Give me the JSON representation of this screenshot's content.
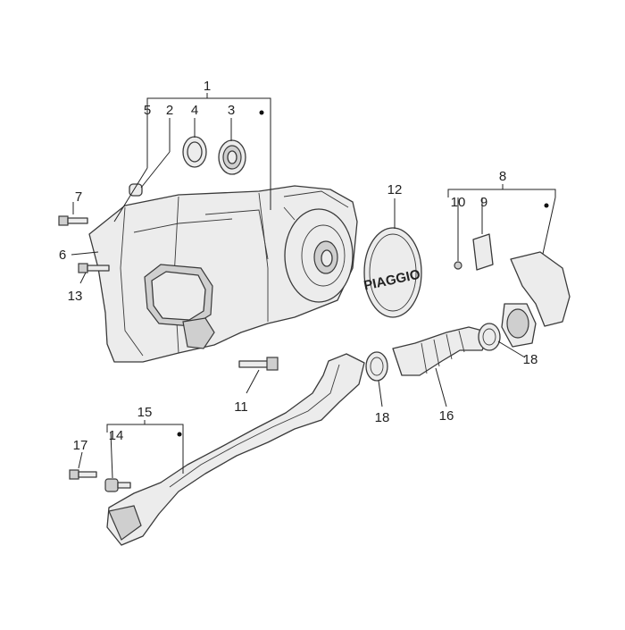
{
  "brand_mark": "PIAGGIO",
  "labels": {
    "l1": "1",
    "l2": "2",
    "l3": "3",
    "l4": "4",
    "l5": "5",
    "l6": "6",
    "l7": "7",
    "l8": "8",
    "l9": "9",
    "l10": "10",
    "l11": "11",
    "l12": "12",
    "l13": "13",
    "l14": "14",
    "l15": "15",
    "l16": "16",
    "l17": "17",
    "l18a": "18",
    "l18b": "18"
  }
}
